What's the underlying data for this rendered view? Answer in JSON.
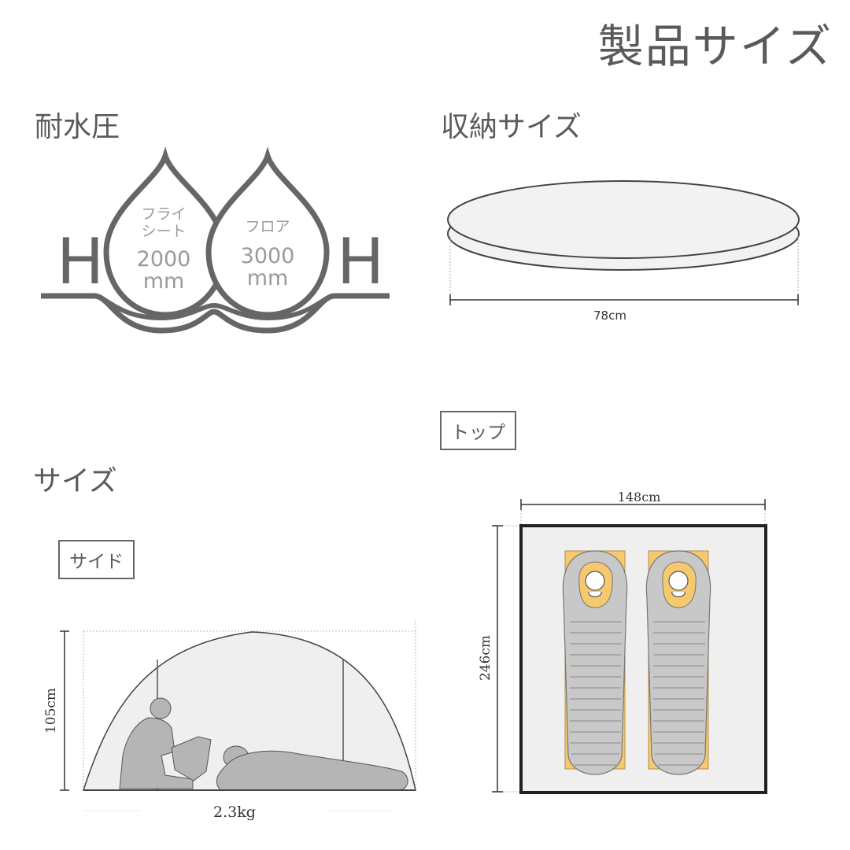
{
  "page_title": "製品サイズ",
  "water": {
    "title": "耐水圧",
    "left_letter": "H",
    "right_letter": "H",
    "fly": {
      "label_line1": "フライ",
      "label_line2": "シート",
      "value": "2000",
      "unit": "mm"
    },
    "floor": {
      "label": "フロア",
      "value": "3000",
      "unit": "mm"
    }
  },
  "storage": {
    "title": "収納サイズ",
    "length_label": "78cm"
  },
  "size": {
    "title": "サイズ",
    "side_label": "サイド",
    "height_label": "105cm",
    "weight_label": "2.3kg"
  },
  "top": {
    "label": "トップ",
    "width_label": "148cm",
    "length_label": "246cm"
  }
}
